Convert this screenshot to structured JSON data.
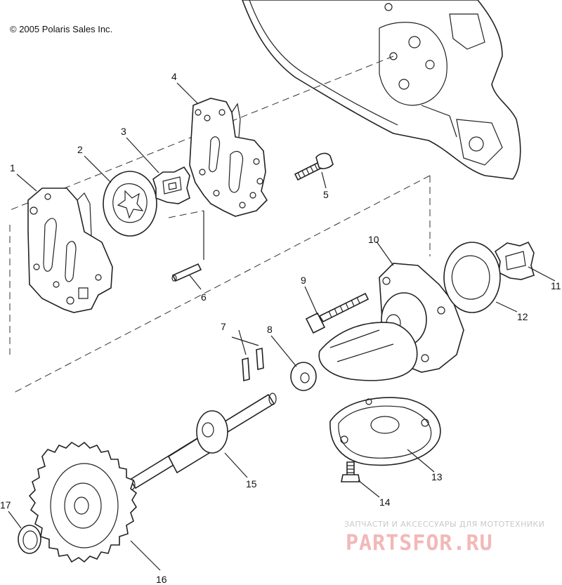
{
  "copyright": "© 2005 Polaris Sales Inc.",
  "callouts": {
    "c1": "1",
    "c2": "2",
    "c3": "3",
    "c4": "4",
    "c5": "5",
    "c6": "6",
    "c7": "7",
    "c8": "8",
    "c9": "9",
    "c10": "10",
    "c11": "11",
    "c12": "12",
    "c13": "13",
    "c14": "14",
    "c15": "15",
    "c16": "16",
    "c17": "17"
  },
  "watermark": {
    "tagline": "ЗАПЧАСТИ И АКСЕССУАРЫ ДЛЯ МОТОТЕХНИКИ",
    "brand": "PARTSFOR.RU"
  }
}
